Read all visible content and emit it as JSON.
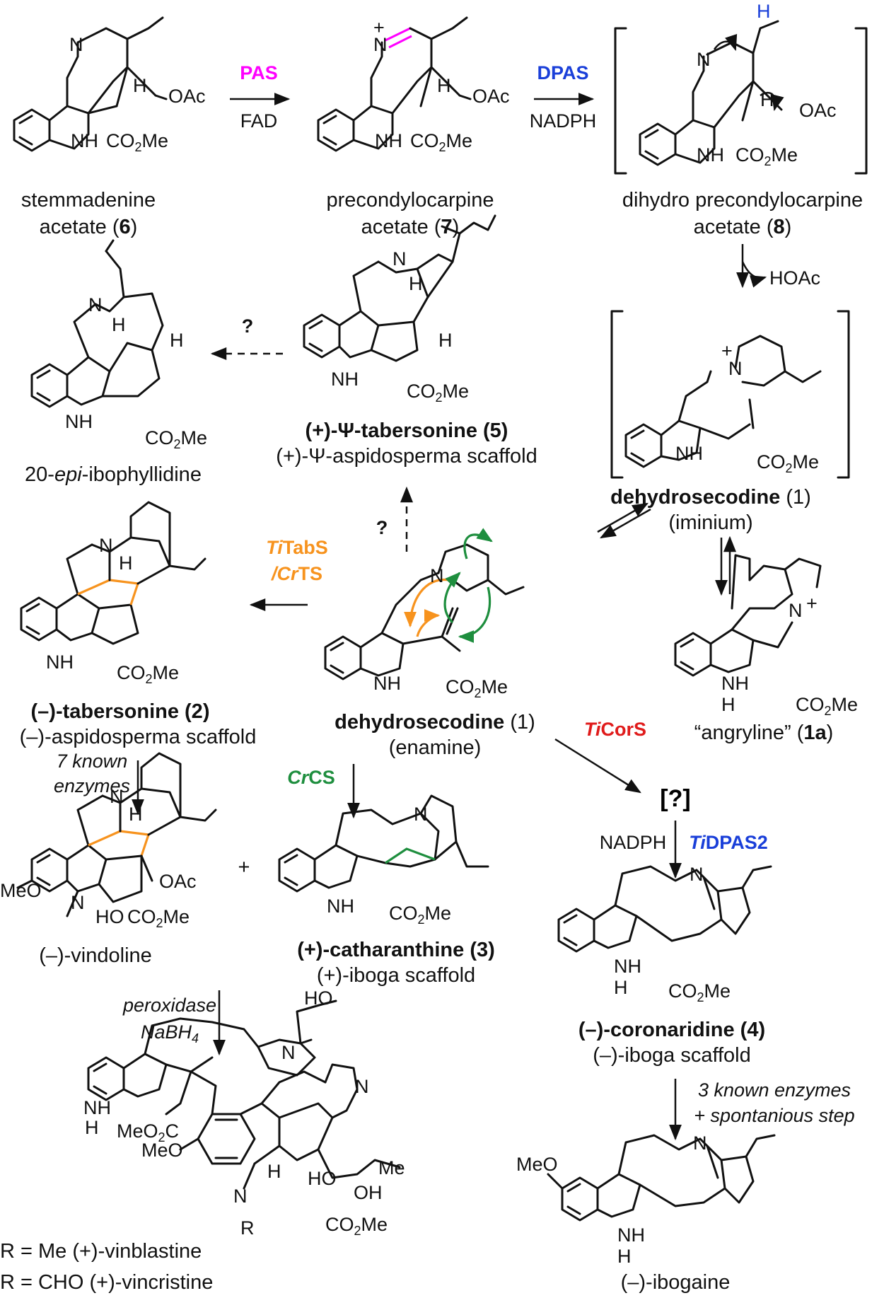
{
  "compounds": {
    "stemmadenine_acetate": {
      "name_line1": "stemmadenine",
      "name_line2": "acetate (",
      "num": "6",
      "close": ")"
    },
    "precondylocarpine_acetate": {
      "name_line1": "precondylocarpine",
      "name_line2": "acetate (",
      "num": "7",
      "close": ")"
    },
    "dihydro_precondylocarpine_acetate": {
      "name_line1": "dihydro precondylocarpine",
      "name_line2": "acetate (",
      "num": "8",
      "close": ")"
    },
    "epi_ibophyllidine": {
      "prefix": "20-",
      "italic": "epi",
      "suffix": "-ibophyllidine"
    },
    "psi_tabersonine": {
      "name": "(+)-Ψ-tabersonine (5)",
      "scaffold": "(+)-Ψ-aspidosperma scaffold"
    },
    "dehydrosecodine_iminium": {
      "name": "dehydrosecodine",
      "num": "(1)",
      "form": "(iminium)"
    },
    "tabersonine": {
      "name": "(–)-tabersonine (2)",
      "scaffold": "(–)-aspidosperma scaffold"
    },
    "dehydrosecodine_enamine": {
      "name": "dehydrosecodine",
      "num": "(1)",
      "form": "(enamine)"
    },
    "angryline": {
      "name_open": "“angryline” (",
      "num": "1a",
      "close": ")"
    },
    "vindoline": {
      "name": "(–)-vindoline"
    },
    "catharanthine": {
      "name": "(+)-catharanthine (3)",
      "scaffold": "(+)-iboga scaffold"
    },
    "coronaridine": {
      "name": "(–)-coronaridine (4)",
      "scaffold": "(–)-iboga scaffold"
    },
    "vinblastine": {
      "line1": "R = Me (+)-vinblastine",
      "line2": "R = CHO (+)-vincristine"
    },
    "ibogaine": {
      "name": "(–)-ibogaine"
    },
    "unknown_intermediate": {
      "label": "[?]"
    }
  },
  "enzymes": {
    "pas": {
      "label": "PAS",
      "cofactor": "FAD",
      "color": "#ff00ff"
    },
    "dpas": {
      "label": "DPAS",
      "cofactor": "NADPH",
      "color": "#1a3fd9"
    },
    "titabs": {
      "prefix": "Ti",
      "label": "TabS",
      "color": "#f7931e"
    },
    "crts": {
      "prefix": "/Cr",
      "label": "TS",
      "color": "#f7931e"
    },
    "crcs": {
      "prefix": "Cr",
      "label": "CS",
      "color": "#1e8e3e"
    },
    "ticors": {
      "prefix": "Ti",
      "label": "CorS",
      "color": "#e01b1b"
    },
    "tidpas2": {
      "prefix": "Ti",
      "label": "DPAS2",
      "cofactor": "NADPH",
      "color": "#1a3fd9"
    }
  },
  "steps": {
    "hoac": "HOAc",
    "question": "?",
    "known7_line1": "7 known",
    "known7_line2": "enzymes",
    "peroxidase": "peroxidase",
    "nabh4": "NaBH",
    "nabh4_sub": "4",
    "known3_line1": "3 known enzymes",
    "known3_line2": "+ spontanious step",
    "plus": "+"
  },
  "atoms": {
    "N": "N",
    "H": "H",
    "NH": "NH",
    "OAc": "OAc",
    "CO2Me": "CO",
    "CO2Me_sub": "2",
    "CO2Me_tail": "Me",
    "MeO": "MeO",
    "MeO2C": "MeO",
    "MeO2C_sub": "2",
    "MeO2C_tail": "C",
    "HO": "HO",
    "OH": "OH",
    "R": "R",
    "Me": "Me",
    "plus": "+"
  },
  "colors": {
    "orange": "#f7931e",
    "green": "#1e8e3e",
    "magenta": "#ff00ff",
    "blue": "#1a3fd9",
    "red": "#e01b1b"
  }
}
